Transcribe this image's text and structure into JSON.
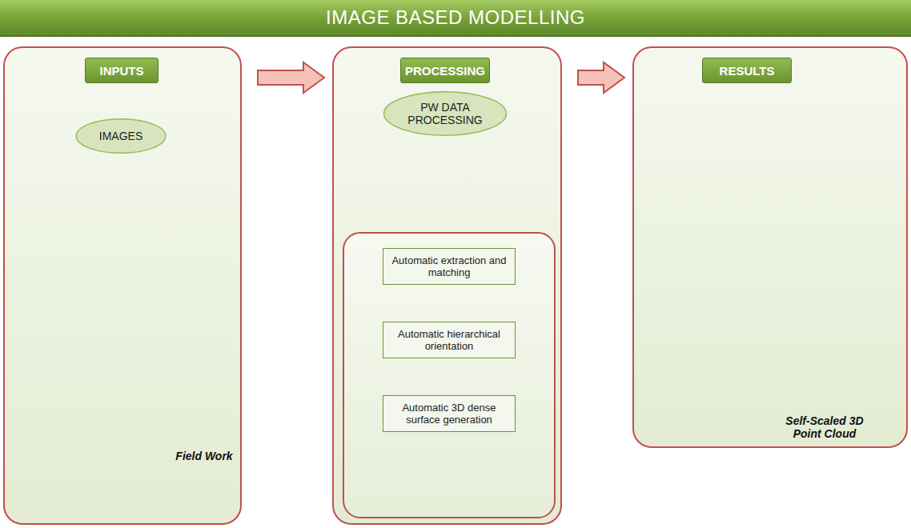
{
  "diagram": {
    "title": "IMAGE BASED MODELLING",
    "nodes": [
      {
        "text": []
      },
      {
        "text": [
          "INPUTS"
        ],
        "in": 0
      },
      {
        "text": [
          "IMAGES"
        ],
        "in": 0
      },
      {
        "text": []
      },
      {
        "text": [
          "PROCESSING"
        ],
        "in": 3
      },
      {
        "text": [
          "PW DATA PROCESSING"
        ],
        "in": 3
      },
      {
        "text": [],
        "in": 3
      },
      {
        "text": [
          "Automatic extraction and matching"
        ],
        "in": 6
      },
      {
        "text": [
          "Automatic hierarchical orientation"
        ],
        "in": 6
      },
      {
        "text": [
          "Automatic 3D dense surface generation"
        ],
        "in": 6
      },
      {
        "text": []
      },
      {
        "text": [
          "RESULTS"
        ],
        "in": 10
      }
    ],
    "edges": [
      {
        "from": 1,
        "to": 2,
        "arrow": "to"
      },
      {
        "from": 0,
        "to": 3,
        "arrow": "to"
      },
      {
        "from": 3,
        "to": 10,
        "arrow": "to"
      },
      {
        "from": 4,
        "to": 5,
        "arrow": "to"
      },
      {
        "from": 5,
        "to": 6,
        "arrow": "to"
      },
      {
        "from": 7,
        "to": 8,
        "arrow": "to"
      },
      {
        "from": 8,
        "to": 9,
        "arrow": "to"
      }
    ],
    "labels": [
      "Field Work",
      "Self-Scaled 3D Point Cloud"
    ]
  }
}
